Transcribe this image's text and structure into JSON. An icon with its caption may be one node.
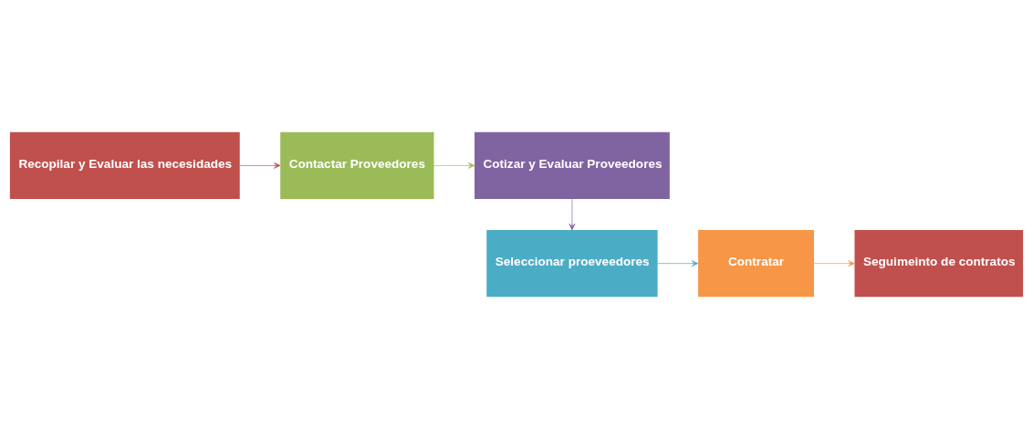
{
  "diagram": {
    "nodes": [
      {
        "text": [
          "Recopilar y Evaluar las necesidades"
        ]
      },
      {
        "text": [
          "Contactar Proveedores"
        ]
      },
      {
        "text": [
          "Cotizar y Evaluar Proveedores"
        ]
      },
      {
        "text": [
          "Seleccionar proeveedores"
        ]
      },
      {
        "text": [
          "Contratar"
        ]
      },
      {
        "text": [
          "Seguimeinto de contratos"
        ]
      }
    ],
    "edges": [
      {
        "from": 0,
        "to": 1,
        "arrow": "to",
        "color": "#c0504d"
      },
      {
        "from": 1,
        "to": 2,
        "arrow": "to",
        "color": "#9bbb59"
      },
      {
        "from": 2,
        "to": 3,
        "arrow": "to",
        "color": "#8064a2"
      },
      {
        "from": 3,
        "to": 4,
        "arrow": "to",
        "color": "#4bacc6"
      },
      {
        "from": 4,
        "to": 5,
        "arrow": "to",
        "color": "#f79646"
      }
    ]
  }
}
